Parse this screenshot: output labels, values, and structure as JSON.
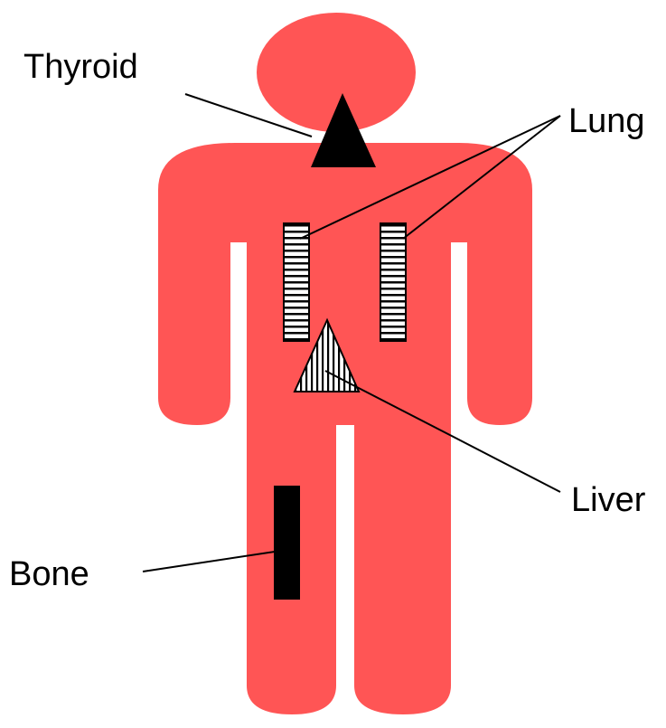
{
  "labels": {
    "thyroid": "Thyroid",
    "lung": "Lung",
    "liver": "Liver",
    "bone": "Bone"
  },
  "colors": {
    "body": "#ff5555",
    "marker": "#000000",
    "organ_fill": "#ffffff",
    "leader_line": "#000000"
  },
  "organs": [
    {
      "name": "thyroid",
      "shape": "triangle",
      "pattern": "solid-black"
    },
    {
      "name": "lung",
      "shape": "rectangle",
      "pattern": "horizontal-stripes",
      "count": 2
    },
    {
      "name": "liver",
      "shape": "triangle",
      "pattern": "vertical-stripes"
    },
    {
      "name": "bone",
      "shape": "rectangle",
      "pattern": "solid-black"
    }
  ]
}
